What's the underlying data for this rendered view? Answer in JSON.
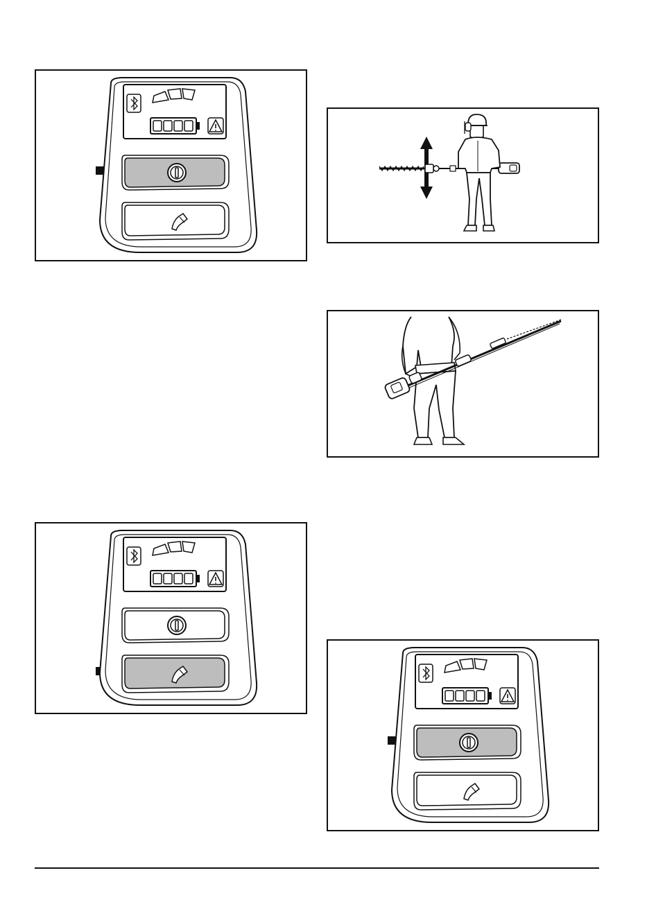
{
  "page": {
    "background": "#ffffff",
    "line_color": "#111111",
    "highlight_color": "#bdbdbd"
  },
  "figures": [
    {
      "id": "panel-1",
      "kind": "control-panel",
      "highlighted_button": "power",
      "icons": [
        "bluetooth-icon",
        "speed-arc-icon",
        "battery-icon",
        "warning-icon",
        "power-icon",
        "boost-icon",
        "arrow-icon"
      ]
    },
    {
      "id": "panel-2",
      "kind": "control-panel",
      "highlighted_button": "boost",
      "icons": [
        "bluetooth-icon",
        "speed-arc-icon",
        "battery-icon",
        "warning-icon",
        "power-icon",
        "boost-icon",
        "arrow-icon"
      ]
    },
    {
      "id": "panel-3",
      "kind": "control-panel",
      "highlighted_button": "power",
      "icons": [
        "bluetooth-icon",
        "speed-arc-icon",
        "battery-icon",
        "warning-icon",
        "power-icon",
        "boost-icon",
        "arrow-icon"
      ]
    },
    {
      "id": "person-1",
      "kind": "illustration",
      "icons": [
        "operator-icon",
        "hedge-trimmer-icon",
        "up-down-arrow-icon"
      ]
    },
    {
      "id": "person-2",
      "kind": "illustration",
      "icons": [
        "operator-icon",
        "hedge-trimmer-icon"
      ]
    }
  ]
}
